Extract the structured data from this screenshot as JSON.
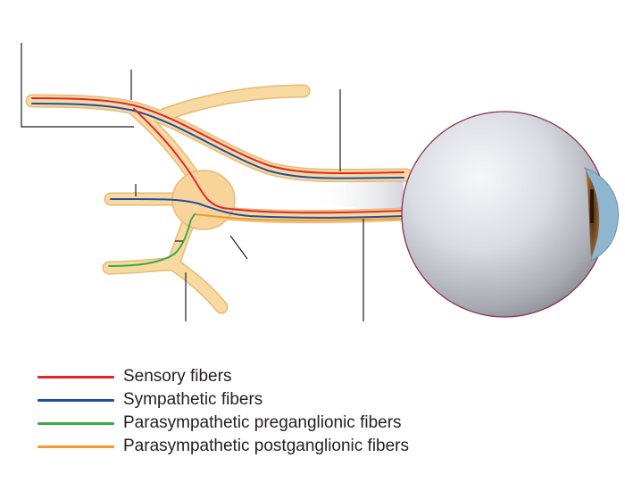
{
  "legend": {
    "items": [
      {
        "label": "Sensory fibers",
        "color": "#e0262d"
      },
      {
        "label": "Sympathetic fibers",
        "color": "#1f4fa3"
      },
      {
        "label": "Parasympathetic preganglionic fibers",
        "color": "#3aab49"
      },
      {
        "label": "Parasympathetic postganglionic fibers",
        "color": "#f39a28"
      }
    ]
  },
  "colors": {
    "nerve_fill": "#f8d9a0",
    "nerve_outline": "#e7b977",
    "ganglion": "#f8d49a",
    "eyeball_highlight": "#f4f6f9",
    "eyeball_shadow": "#8c8f96",
    "eyeball_outline": "#8b2f55",
    "cornea": "#7ea7c2",
    "iris": "#8a5a2b",
    "leader_line": "#231f20"
  },
  "icons": {
    "eyeball": "eyeball-illustration",
    "ganglion": "ciliary-ganglion-illustration"
  }
}
